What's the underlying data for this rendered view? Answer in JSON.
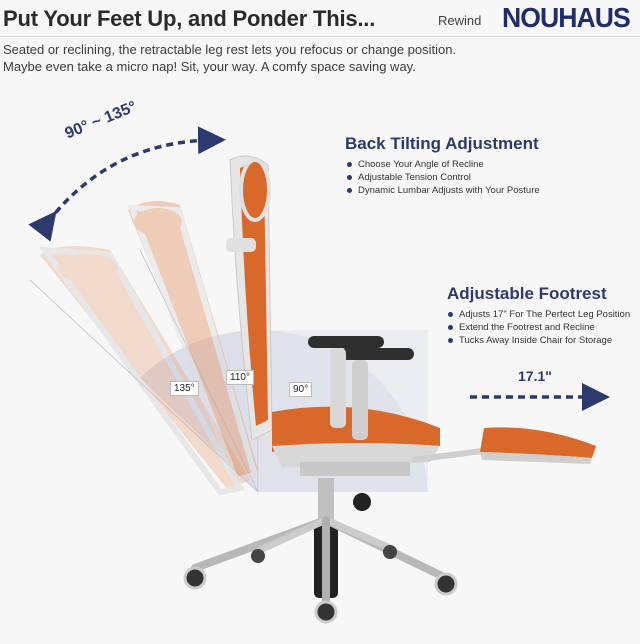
{
  "header": {
    "headline": "Put Your Feet Up, and Ponder This...",
    "product_name": "Rewind",
    "brand_logo": "NOUHAUS"
  },
  "intro": {
    "line1": "Seated or reclining, the retractable leg rest lets you refocus or change position.",
    "line2": "Maybe even take a micro nap! Sit, your way. A comfy space saving way."
  },
  "recline_diagram": {
    "range_label": "90° ~ 135°",
    "angles": [
      "135°",
      "110°",
      "90°"
    ]
  },
  "back_tilt": {
    "title": "Back Tilting Adjustment",
    "items": [
      "Choose Your Angle of Recline",
      "Adjustable Tension Control",
      "Dynamic Lumbar Adjusts with Your Posture"
    ]
  },
  "footrest": {
    "title": "Adjustable Footrest",
    "items": [
      "Adjusts 17\" For The Perfect Leg Position",
      "Extend the Footrest and Recline",
      "Tucks Away Inside Chair for Storage"
    ],
    "extension_label": "17.1\""
  },
  "colors": {
    "accent": "#2c3a6e",
    "mesh": "#d9692a",
    "frame": "#e2e2e2"
  }
}
